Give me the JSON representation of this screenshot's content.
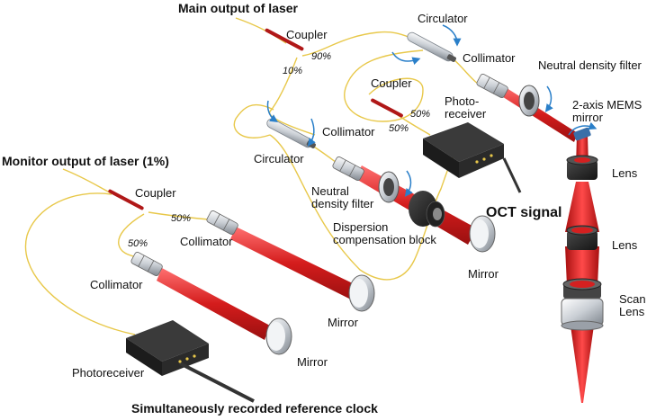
{
  "colors": {
    "fiber": "#e8c84a",
    "beam": "#d42020",
    "beam_light": "#ff6a6a",
    "rotation_arrow": "#2a7fc9",
    "device_body": "#2b2b2b",
    "metal": "#cfd3d8"
  },
  "labels": {
    "main_output": "Main output of laser",
    "monitor_output": "Monitor output of laser (1%)",
    "ref_clock": "Simultaneously recorded reference clock",
    "oct_signal": "OCT signal",
    "coupler_main": "Coupler",
    "pct_90": "90%",
    "pct_10": "10%",
    "circulator_top": "Circulator",
    "collimator_top": "Collimator",
    "nd_filter_top": "Neutral density filter",
    "coupler_mid": "Coupler",
    "pct_50_mid_a": "50%",
    "pct_50_mid_b": "50%",
    "photoreceiver_top": "Photo-receiver",
    "mems_mirror": "2-axis MEMS mirror",
    "circulator_left": "Circulator",
    "collimator_mid": "Collimator",
    "nd_filter_mid": "Neutral density filter",
    "dispersion_block": "Dispersion compensation block",
    "mirror_mid": "Mirror",
    "lens_1": "Lens",
    "lens_2": "Lens",
    "scan_lens": "Scan Lens",
    "coupler_monitor": "Coupler",
    "pct_50_mon_a": "50%",
    "pct_50_mon_b": "50%",
    "collimator_mon_a": "Collimator",
    "collimator_mon_b": "Collimator",
    "mirror_mon_a": "Mirror",
    "mirror_mon_b": "Mirror",
    "photoreceiver_bottom": "Photoreceiver"
  }
}
